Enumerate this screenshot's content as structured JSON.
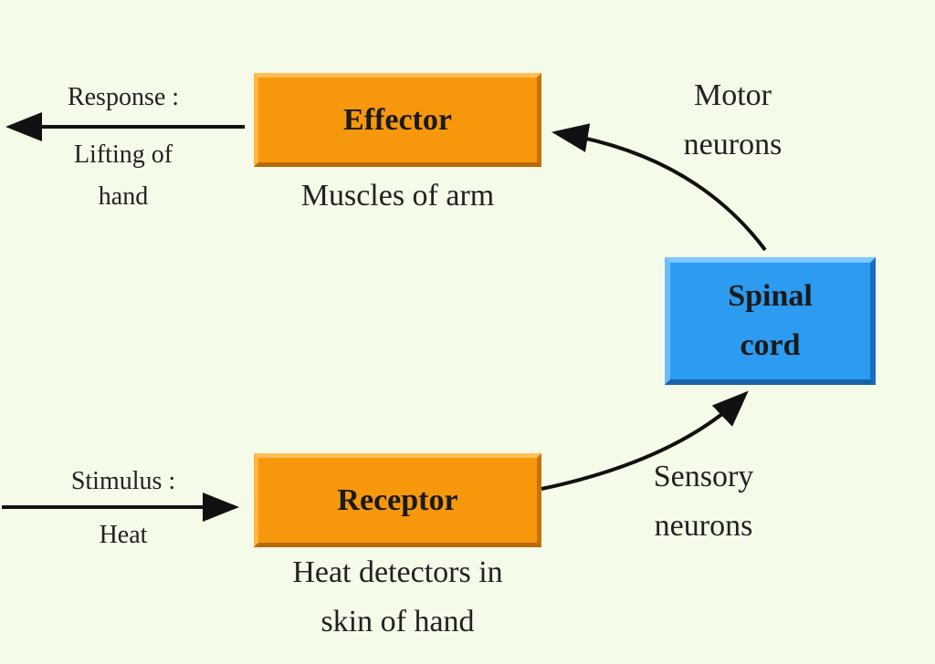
{
  "effector": {
    "title": "Effector",
    "description": "Muscles of arm"
  },
  "receptor": {
    "title": "Receptor",
    "description_line1": "Heat detectors in",
    "description_line2": "skin of hand"
  },
  "spinal_cord": {
    "line1": "Spinal",
    "line2": "cord"
  },
  "response": {
    "line1": "Response :",
    "line2": "Lifting of",
    "line3": "hand"
  },
  "stimulus": {
    "line1": "Stimulus :",
    "line2": "Heat"
  },
  "motor_neurons": {
    "line1": "Motor",
    "line2": "neurons"
  },
  "sensory_neurons": {
    "line1": "Sensory",
    "line2": "neurons"
  },
  "colors": {
    "background": "#f5fbe9",
    "effector_receptor": "#f7980c",
    "spinal_cord": "#2c9bf0",
    "arrow": "#111111"
  }
}
